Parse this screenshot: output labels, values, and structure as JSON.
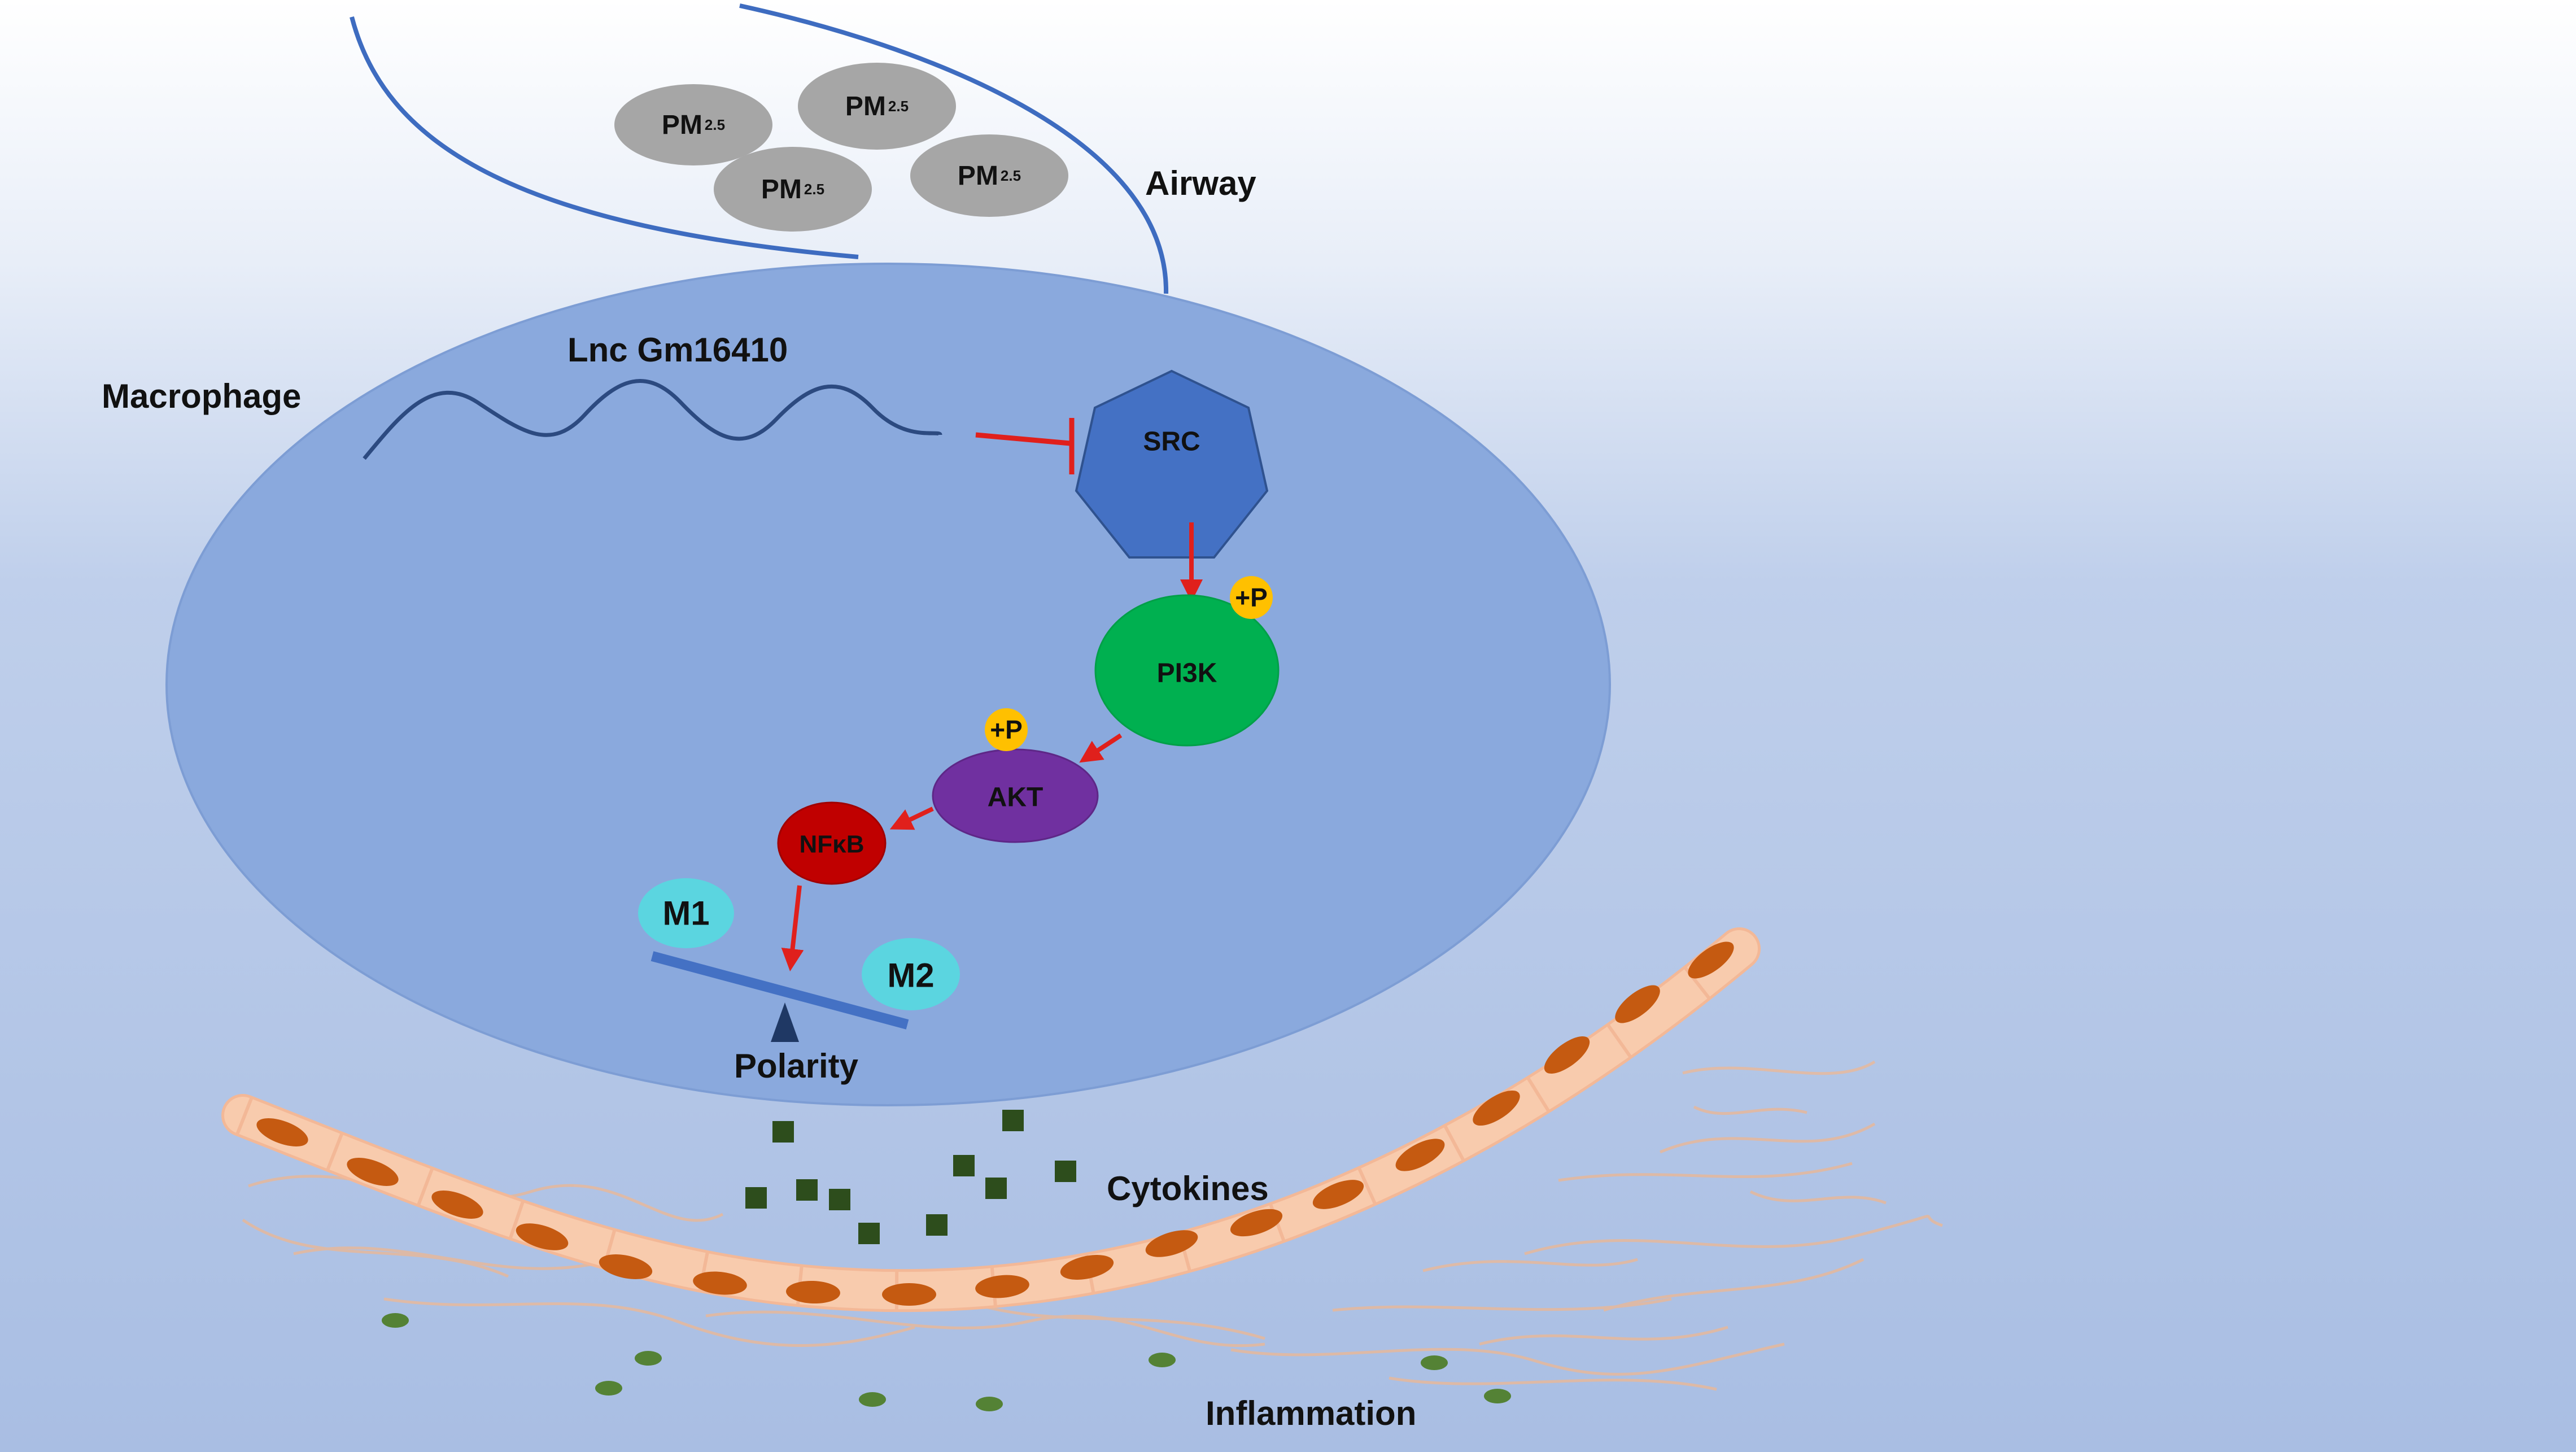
{
  "labels": {
    "airway": "Airway",
    "macrophage": "Macrophage",
    "lnc": "Lnc Gm16410",
    "polarity": "Polarity",
    "cytokines": "Cytokines",
    "inflammation": "Inflammation"
  },
  "particles": {
    "main": "PM",
    "sub": "2.5"
  },
  "nodes": {
    "src": "SRC",
    "pi3k": "PI3K",
    "akt": "AKT",
    "nfkb": "NFκB",
    "m1": "M1",
    "m2": "M2",
    "phospho_pi3k": "+P",
    "phospho_akt": "+P"
  },
  "colors": {
    "background_top": "#ffffff",
    "background_bottom": "#a9bee3",
    "cell": "#8aa9dd",
    "airway_line": "#3e6cc0",
    "lnc_line": "#2c4a80",
    "src": "#4471c4",
    "pi3k": "#00b050",
    "akt": "#7030a0",
    "nfkb": "#c00000",
    "m_nodes": "#5bd5e0",
    "phospho": "#ffc000",
    "pm": "#a6a6a6",
    "arrows": "#e0201c",
    "cytokine": "#2d4d1c",
    "vessel": "#f8cbad",
    "nucleus": "#c55a11",
    "fiber": "#e6b89c",
    "inflammation_dot": "#548235"
  }
}
